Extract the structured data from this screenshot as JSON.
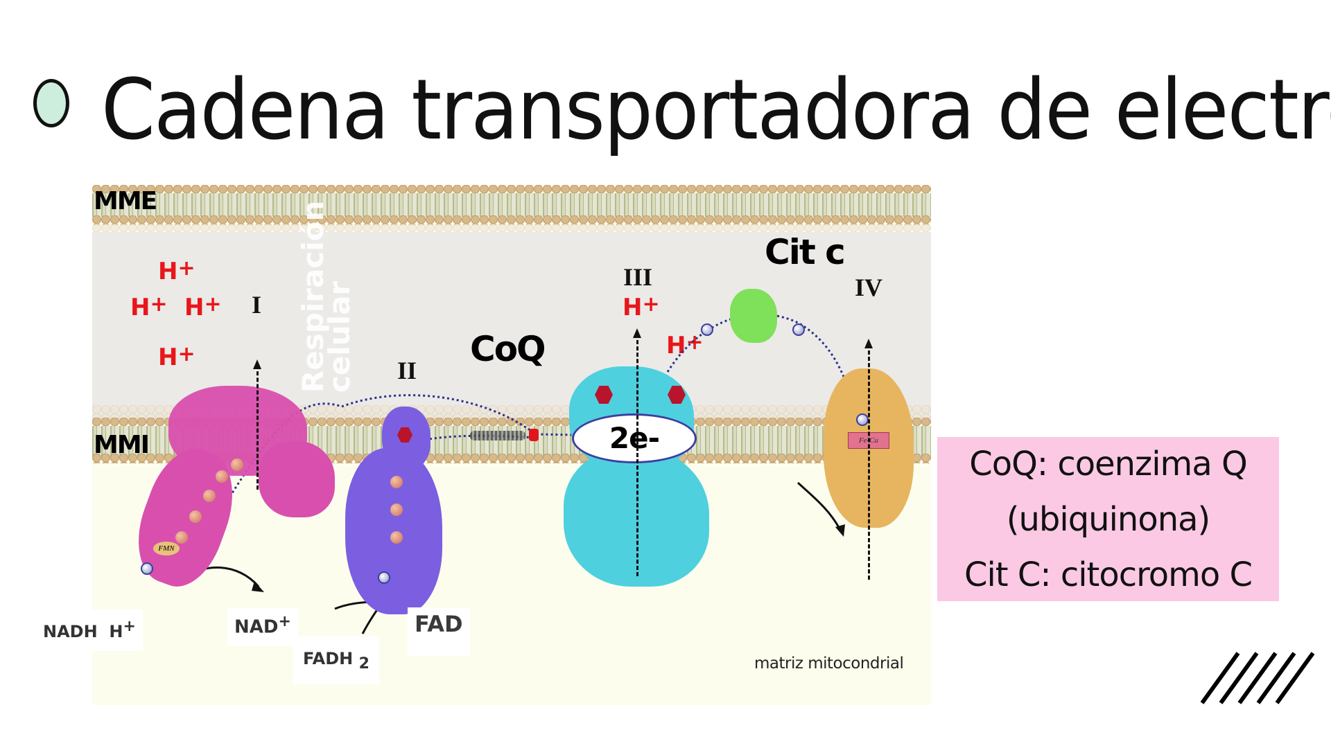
{
  "slide": {
    "title": "Cadena transportadora de electrones",
    "bullet_color": "#cdeedd",
    "decoration": "five-diagonal-slashes"
  },
  "diagram": {
    "membrane_labels": {
      "outer": "MME",
      "inner": "MMI"
    },
    "watermark": {
      "line1": "Respiración",
      "line2": "celular"
    },
    "complexes": [
      {
        "label": "I",
        "color": "#d94fae"
      },
      {
        "label": "II",
        "color": "#7b5fe0"
      },
      {
        "label": "III",
        "color": "#4fd0de"
      },
      {
        "label": "IV",
        "color": "#e7b560"
      }
    ],
    "carriers": {
      "coq": "CoQ",
      "cytc": "Cit c",
      "electrons": "2e-"
    },
    "protons": {
      "symbol": "H",
      "charge": "+"
    },
    "cofactors": {
      "fmn": "FMN",
      "fecu": "Fe-Cu",
      "e2": "2e"
    },
    "substrates": {
      "nadh": "NADH  H",
      "nadh_sup": "+",
      "nad": "NAD",
      "nad_sup": "+",
      "fadh2": "FADH",
      "fadh2_sub": "2",
      "fad": "FAD"
    },
    "region_label": "matriz mitocondrial",
    "colors": {
      "proton": "#e8161b",
      "intermembrane": "#ebeae7",
      "matrix": "#fdfdee",
      "electron_path": "#2a2f8c"
    }
  },
  "legend": {
    "lines": [
      "CoQ: coenzima Q",
      "(ubiquinona)",
      "Cit C: citocromo C"
    ],
    "background": "#fbc9e4"
  }
}
